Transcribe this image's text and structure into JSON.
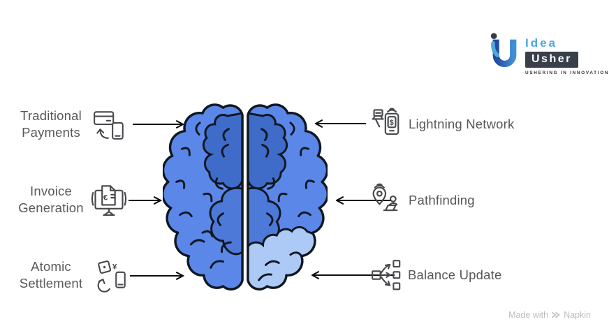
{
  "logo": {
    "name": "Idea Usher",
    "word_idea": "Idea",
    "word_usher": "Usher",
    "tagline": "USHERING IN INNOVATION",
    "accent_light": "#4fa8dc",
    "accent_dark": "#2b50a8",
    "box_color": "#3a4049"
  },
  "watermark": {
    "prefix": "Made with",
    "brand": "Napkin"
  },
  "diagram": {
    "type": "brain-split-concept-map",
    "center_figure": "human-brain-top-view",
    "brain_colors": {
      "base": "#5b87e8",
      "dark_region": "#3f6cc8",
      "mid_region": "#4d79d8",
      "light_region": "#adc9f6",
      "outline": "#0f1722"
    },
    "icon_glyphs": {
      "euro": "€",
      "yen": "¥",
      "dollar": "$"
    },
    "left_items": [
      {
        "line1": "Traditional",
        "line2": "Payments",
        "icon": "card-phone-transfer-icon"
      },
      {
        "line1": "Invoice",
        "line2": "Generation",
        "icon": "invoice-monitor-icon"
      },
      {
        "line1": "Atomic",
        "line2": "Settlement",
        "icon": "currency-exchange-phone-icon"
      }
    ],
    "right_items": [
      {
        "label": "Lightning Network",
        "icon": "pos-phone-dollar-icon"
      },
      {
        "label": "Pathfinding",
        "icon": "location-wifi-person-icon"
      },
      {
        "label": "Balance Update",
        "icon": "distribution-network-icon"
      }
    ]
  }
}
